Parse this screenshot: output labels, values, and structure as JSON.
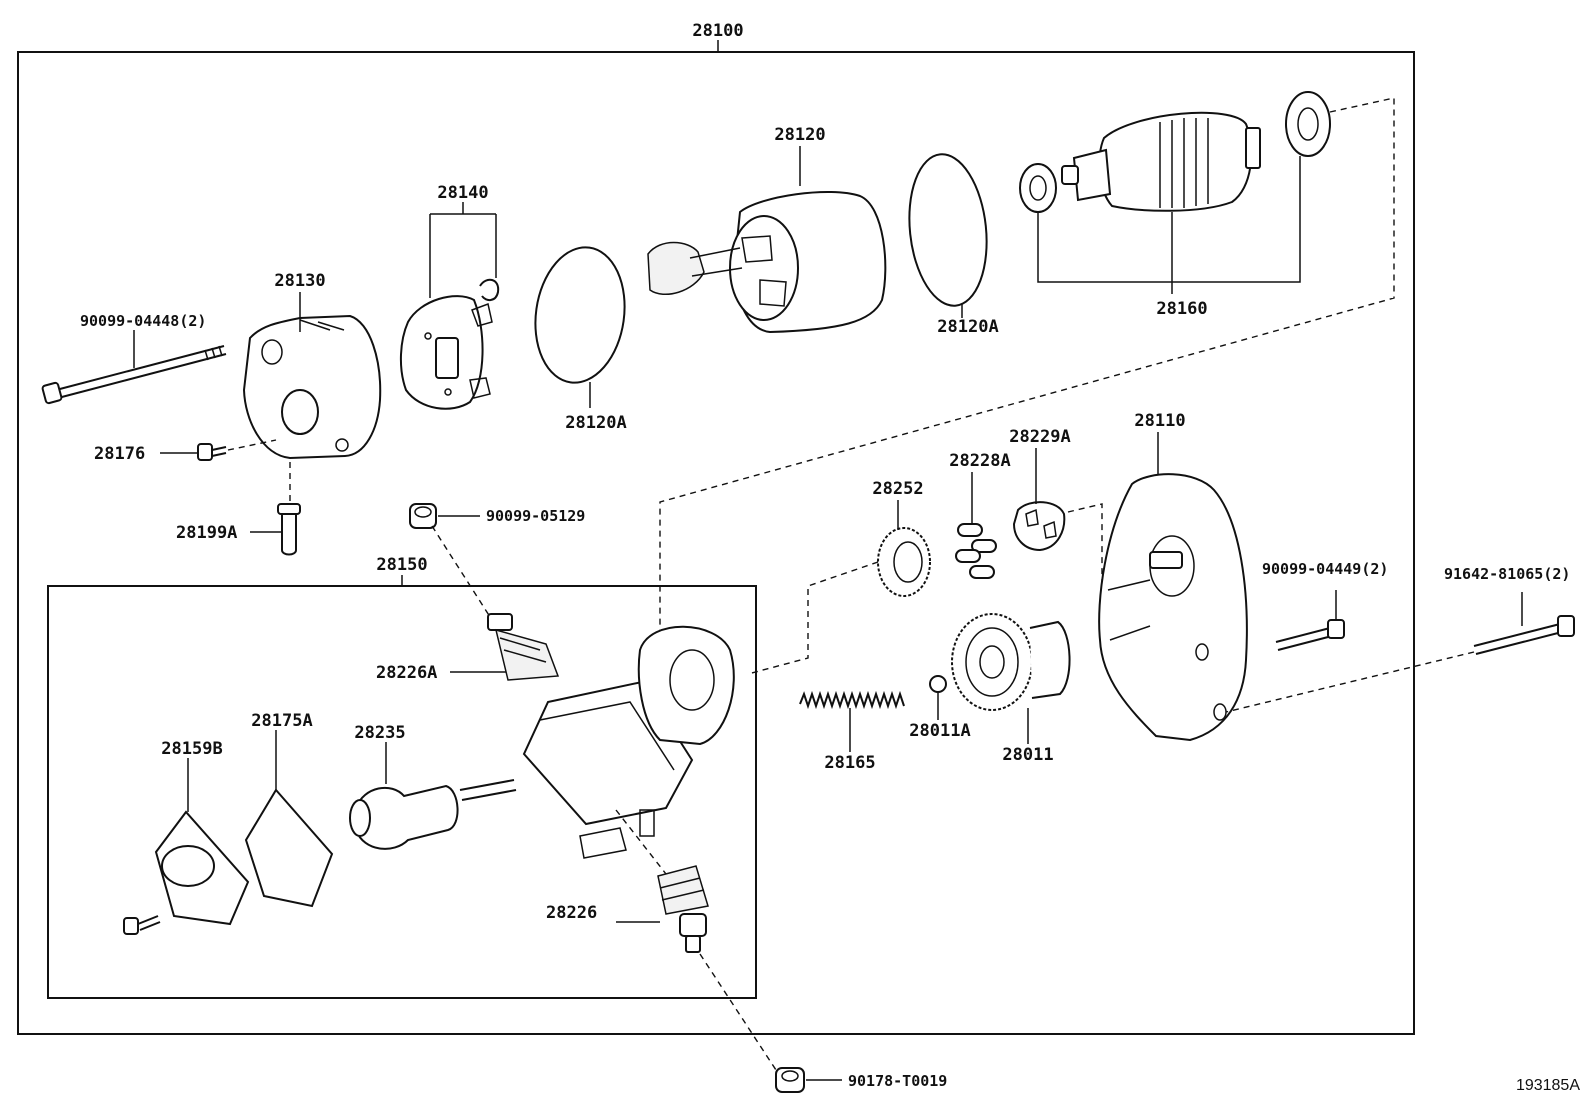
{
  "reference_code": "193185A",
  "labels": {
    "p28100": "28100",
    "p28120": "28120",
    "p28140": "28140",
    "p28130": "28130",
    "p90099_04448": "90099-04448(2)",
    "p28176": "28176",
    "p28199A": "28199A",
    "p28120A_left": "28120A",
    "p28120A_right": "28120A",
    "p28160": "28160",
    "p90099_05129": "90099-05129",
    "p28150": "28150",
    "p28226A": "28226A",
    "p28159B": "28159B",
    "p28175A": "28175A",
    "p28235": "28235",
    "p28226": "28226",
    "p90178_T0019": "90178-T0019",
    "p28252": "28252",
    "p28228A": "28228A",
    "p28229A": "28229A",
    "p28110": "28110",
    "p28165": "28165",
    "p28011A": "28011A",
    "p28011": "28011",
    "p90099_04449": "90099-04449(2)",
    "p91642_81065": "91642-81065(2)"
  }
}
